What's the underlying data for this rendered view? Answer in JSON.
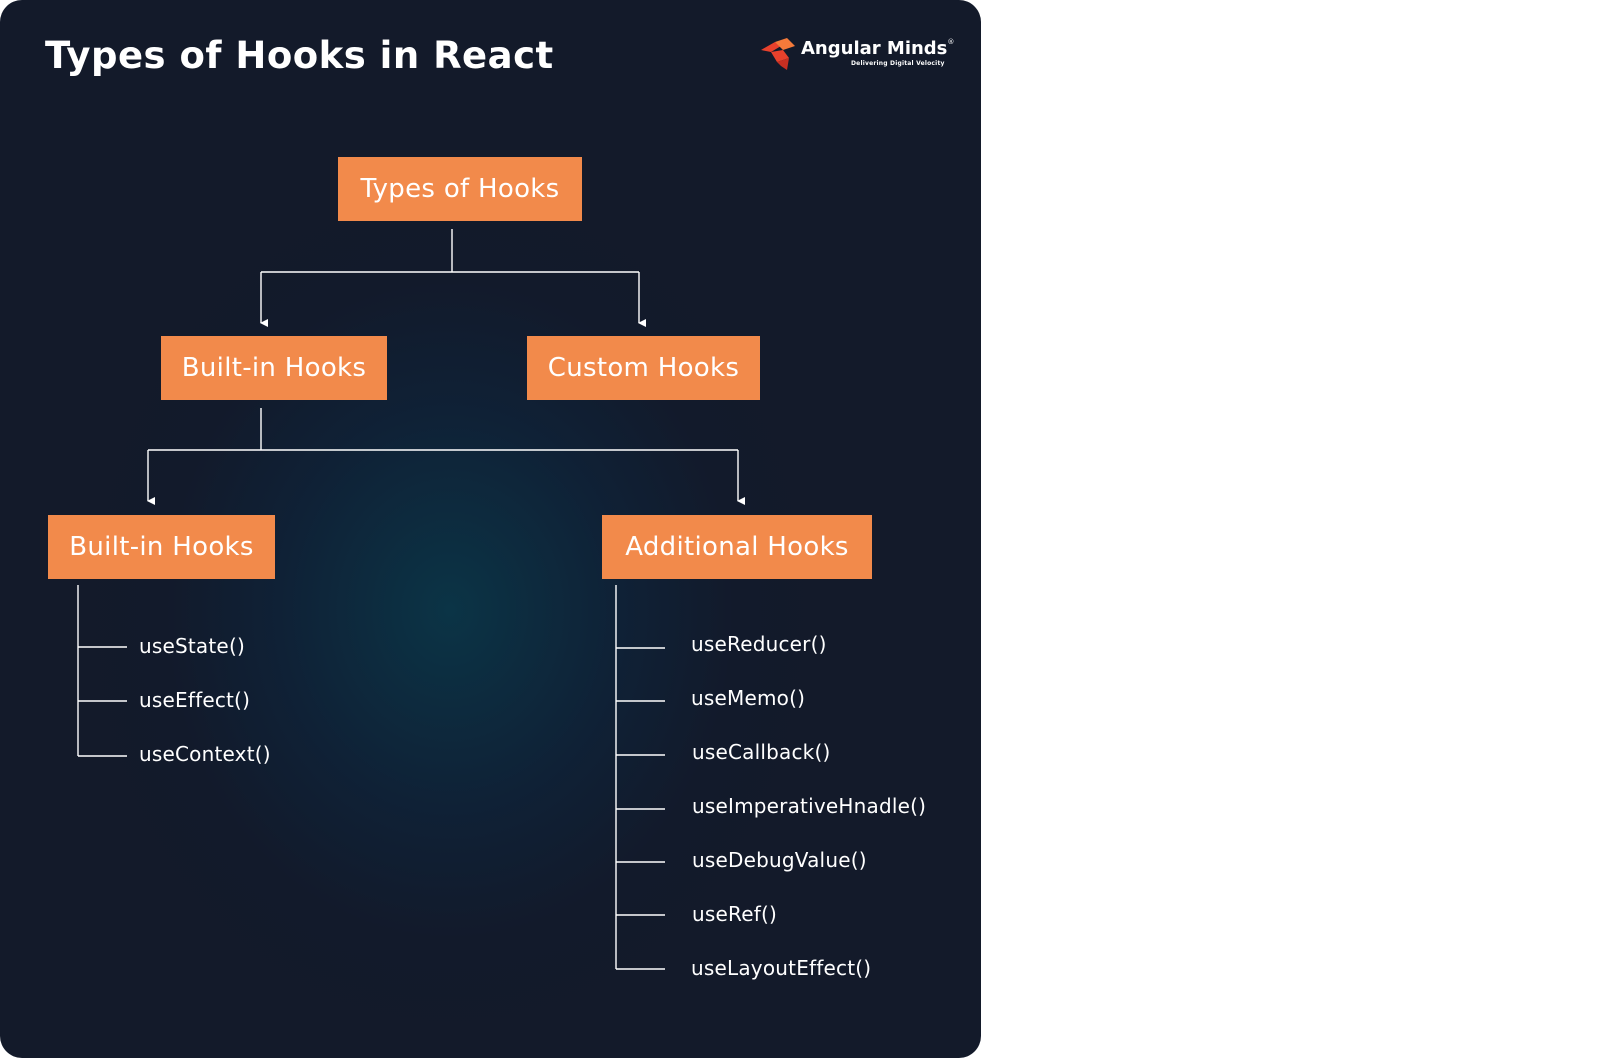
{
  "header": {
    "title": "Types of Hooks in React"
  },
  "logo": {
    "name": "Angular Minds",
    "trademark": "®",
    "tagline": "Delivering Digital Velocity",
    "icon": "angular-minds-logo-icon",
    "colors": [
      "#e8412c",
      "#f47a3a"
    ]
  },
  "diagram": {
    "root": {
      "label": "Types of Hooks"
    },
    "level1": [
      {
        "label": "Built-in Hooks"
      },
      {
        "label": "Custom Hooks"
      }
    ],
    "level2": [
      {
        "label": "Built-in Hooks",
        "items": [
          "useState()",
          "useEffect()",
          "useContext()"
        ]
      },
      {
        "label": "Additional Hooks",
        "items": [
          "useReducer()",
          "useMemo()",
          "useCallback()",
          "useImperativeHnadle()",
          "useDebugValue()",
          "useRef()",
          "useLayoutEffect()"
        ]
      }
    ]
  },
  "colors": {
    "node_fill": "#f28a4b",
    "background": "#131a2a",
    "line": "#ffffff"
  }
}
